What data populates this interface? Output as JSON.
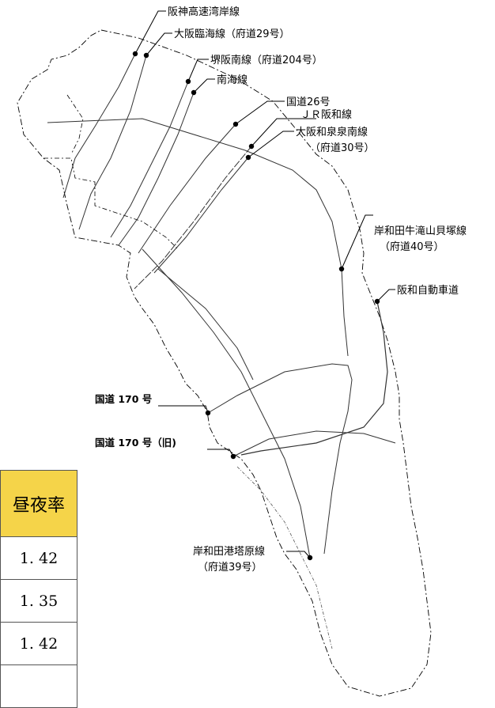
{
  "map": {
    "labels": {
      "hanshin_wangan": "阪神高速湾岸線",
      "osaka_rinkai": "大阪臨海線（府道29号）",
      "sakai_hannan": "堺阪南線（府道204号）",
      "nankai": "南海線",
      "kokudo26": "国道26号",
      "jr_hanwa": "ＪＲ阪和線",
      "osaka_wasen_line1": "大阪和泉泉南線",
      "osaka_wasen_line2": "（府道30号）",
      "kishiwada_ushitaki_line1": "岸和田牛滝山貝塚線",
      "kishiwada_ushitaki_line2": "（府道40号）",
      "hanwa_expressway": "阪和自動車道",
      "kokudo170": "国道 170 号",
      "kokudo170_old": "国道 170 号（旧)",
      "kishiwada_minato_line1": "岸和田港塔原線",
      "kishiwada_minato_line2": "（府道39号）"
    }
  },
  "table": {
    "header": "昼夜率",
    "rows": [
      "1. 42",
      "1. 35",
      "1. 42",
      ""
    ]
  }
}
